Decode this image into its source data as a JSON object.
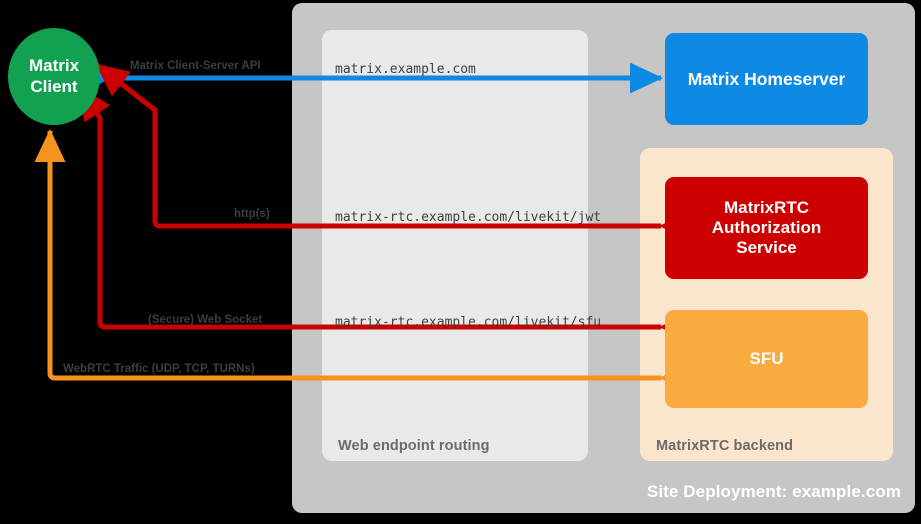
{
  "diagram": {
    "title": "Site Deployment: example.com",
    "panels": {
      "site": {
        "label": "Site Deployment: example.com",
        "color": "#c6c6c6"
      },
      "routing": {
        "label": "Web endpoint routing",
        "color": "#e9e9e9"
      },
      "backend": {
        "label": "MatrixRTC backend",
        "color": "#fce5cd"
      }
    },
    "nodes": [
      {
        "id": "client",
        "label": "Matrix\nClient",
        "line1": "Matrix",
        "line2": "Client",
        "color": "#12a150",
        "shape": "circle"
      },
      {
        "id": "homeserver",
        "label": "Matrix Homeserver",
        "color": "#0e8ae4",
        "shape": "rounded-rect"
      },
      {
        "id": "auth",
        "line1": "MatrixRTC",
        "line2": "Authorization",
        "line3": "Service",
        "label": "MatrixRTC Authorization Service",
        "color": "#cc0000",
        "shape": "rounded-rect"
      },
      {
        "id": "sfu",
        "label": "SFU",
        "color": "#f9ab40",
        "shape": "rounded-rect"
      }
    ],
    "edges": [
      {
        "id": "cs-api",
        "protocol_label": "Matrix Client-Server API",
        "endpoint_label": "matrix.example.com",
        "color": "#0e8ae4",
        "direction": "bidirectional",
        "from": "client",
        "to": "homeserver"
      },
      {
        "id": "jwt",
        "protocol_label": "http(s)",
        "endpoint_label": "matrix-rtc.example.com/livekit/jwt",
        "color": "#cc0000",
        "direction": "bidirectional",
        "from": "client",
        "to": "auth"
      },
      {
        "id": "sfu-ws",
        "protocol_label": "(Secure) Web Socket",
        "endpoint_label": "matrix-rtc.example.com/livekit/sfu",
        "color": "#cc0000",
        "direction": "bidirectional",
        "from": "client",
        "to": "sfu"
      },
      {
        "id": "webrtc",
        "protocol_label": "WebRTC Traffic (UDP, TCP, TURNs)",
        "endpoint_label": "",
        "color": "#f6921e",
        "direction": "bidirectional",
        "from": "client",
        "to": "sfu"
      }
    ]
  }
}
